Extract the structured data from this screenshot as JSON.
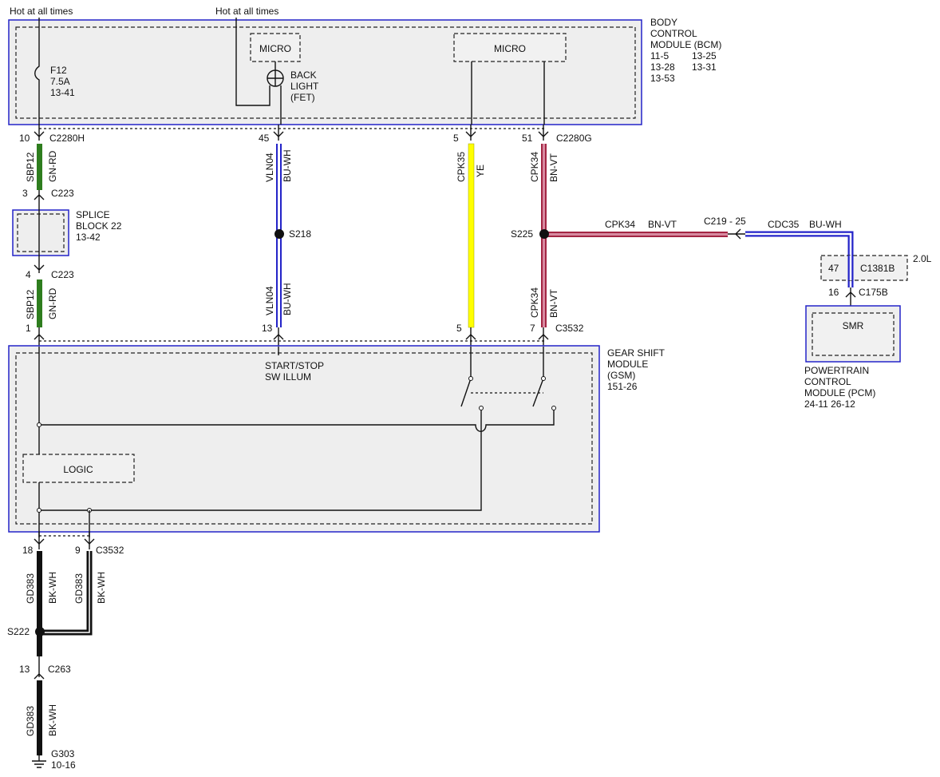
{
  "supply": {
    "hot1": "Hot at all times",
    "hot2": "Hot at all times"
  },
  "bcm": {
    "title_lines": [
      "BODY",
      "CONTROL",
      "MODULE (BCM)"
    ],
    "refs": [
      "11-5",
      "13-25",
      "13-28",
      "13-31",
      "13-53"
    ],
    "micro1": "MICRO",
    "micro2": "MICRO",
    "backlight": [
      "BACK",
      "LIGHT",
      "(FET)"
    ],
    "fuse": {
      "name": "F12",
      "rating": "7.5A",
      "ref": "13-41"
    }
  },
  "gsm": {
    "title_lines": [
      "GEAR SHIFT",
      "MODULE",
      "(GSM)",
      "151-26"
    ],
    "illum": [
      "START/STOP",
      "SW ILLUM"
    ],
    "logic": "LOGIC"
  },
  "splice_block": {
    "lines": [
      "SPLICE",
      "BLOCK 22",
      "13-42"
    ]
  },
  "pcm": {
    "title_lines": [
      "POWERTRAIN",
      "CONTROL",
      "MODULE (PCM)"
    ],
    "refs": "24-11   26-12",
    "smr": "SMR",
    "option": "2.0L",
    "c1381b_pin": "47",
    "c1381b": "C1381B"
  },
  "connectors": {
    "c2280h": "C2280H",
    "c2280g": "C2280G",
    "c223_top": "C223",
    "c223_bot": "C223",
    "c3532_gsm": "C3532",
    "c3532_bot": "C3532",
    "c219": "C219 - 25",
    "c175b": "C175B",
    "c263": "C263",
    "g303": "G303",
    "g303_ref": "10-16"
  },
  "pins": {
    "p10": "10",
    "p3": "3",
    "p4": "4",
    "p1": "1",
    "p45": "45",
    "p13": "13",
    "p5a": "5",
    "p5b": "5",
    "p51": "51",
    "p7": "7",
    "p18": "18",
    "p9": "9",
    "p16": "16",
    "p13b": "13"
  },
  "splices": {
    "s218": "S218",
    "s225": "S225",
    "s222": "S222"
  },
  "circuits": {
    "sbp12_a": "SBP12",
    "gnrd_a": "GN-RD",
    "sbp12_b": "SBP12",
    "gnrd_b": "GN-RD",
    "vln04_a": "VLN04",
    "buwh_a": "BU-WH",
    "vln04_b": "VLN04",
    "buwh_b": "BU-WH",
    "cpk35": "CPK35",
    "ye": "YE",
    "cpk34_a": "CPK34",
    "bnvt_a": "BN-VT",
    "cpk34_b": "CPK34",
    "bnvt_b": "BN-VT",
    "cpk34_h": "CPK34",
    "bnvt_h": "BN-VT",
    "cdc35": "CDC35",
    "buwh_h": "BU-WH",
    "gd383_a": "GD383",
    "bkwh_a": "BK-WH",
    "gd383_b": "GD383",
    "bkwh_b": "BK-WH",
    "gd383_c": "GD383",
    "bkwh_c": "BK-WH"
  },
  "colors": {
    "module_border": "#2323c8",
    "gn_rd": "#2e7d1e",
    "bu_wh": "#2323c8",
    "ye": "#ffff00",
    "bn_vt": "#a32543",
    "bk_wh": "#111111"
  }
}
